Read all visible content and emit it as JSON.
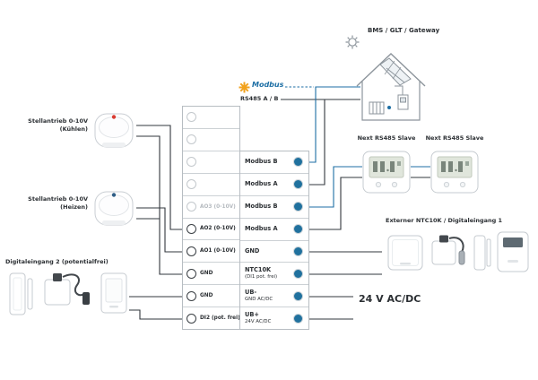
{
  "bms": {
    "label": "BMS / GLT / Gateway"
  },
  "bus": {
    "modbus_label": "Modbus",
    "rs485_label": "RS485 A / B"
  },
  "left": {
    "actuator_cool_line1": "Stellantrieb 0-10V",
    "actuator_cool_line2": "(Kühlen)",
    "actuator_heat_line1": "Stellantrieb 0-10V",
    "actuator_heat_line2": "(Heizen)",
    "digital_input_label": "Digitaleingang 2 (potentialfrei)"
  },
  "controller": {
    "left_terminals": [
      {
        "label": "",
        "state": "empty"
      },
      {
        "label": "",
        "state": "empty"
      },
      {
        "label": "",
        "state": "empty"
      },
      {
        "label": "",
        "state": "empty"
      },
      {
        "label": "AO3 (0-10V)",
        "state": "disabled"
      },
      {
        "label": "AO2 (0-10V)",
        "state": "active"
      },
      {
        "label": "AO1 (0-10V)",
        "state": "active"
      },
      {
        "label": "GND",
        "state": "active"
      },
      {
        "label": "GND",
        "state": "active"
      },
      {
        "label": "DI2 (pot. frei)",
        "state": "active"
      }
    ],
    "right_terminals": [
      {
        "label": "Modbus B",
        "sub": ""
      },
      {
        "label": "Modbus A",
        "sub": ""
      },
      {
        "label": "Modbus B",
        "sub": ""
      },
      {
        "label": "Modbus A",
        "sub": ""
      },
      {
        "label": "GND",
        "sub": ""
      },
      {
        "label": "NTC10K",
        "sub": "(DI1 pot. frei)"
      },
      {
        "label": "UB-",
        "sub": "GND AC/DC"
      },
      {
        "label": "UB+",
        "sub": "24V AC/DC"
      }
    ]
  },
  "right": {
    "slave1_label": "Next RS485 Slave",
    "slave2_label": "Next RS485 Slave",
    "sensors_label": "Externer NTC10K / Digitaleingang 1",
    "supply_label": "24 V AC/DC"
  },
  "colors": {
    "modbus_blue": "#1c6ea4",
    "wire_dark": "#32373c",
    "star_orange": "#f2a21d",
    "terminal_fill": "#20719e"
  }
}
